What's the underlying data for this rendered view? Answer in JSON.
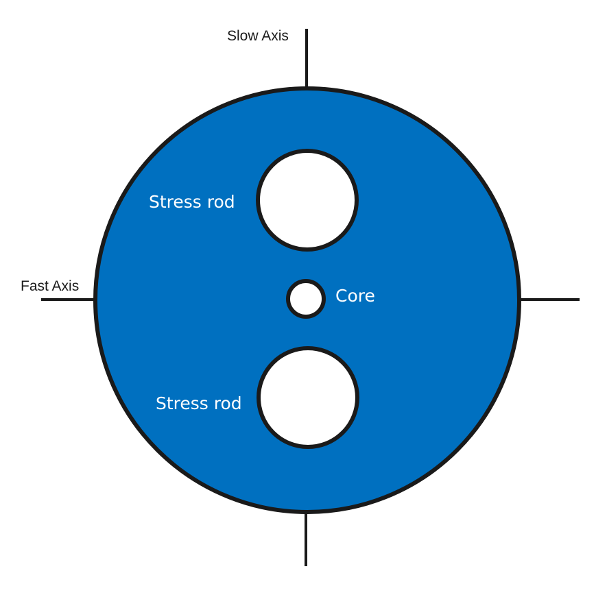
{
  "labels": {
    "slow_axis": "Slow Axis",
    "fast_axis": "Fast Axis",
    "stress_rod_top": "Stress rod",
    "stress_rod_bottom": "Stress rod",
    "core": "Core"
  },
  "colors": {
    "cladding_fill": "#0070c0",
    "outline": "#1a1a1a",
    "rod_fill": "#ffffff",
    "label_text_on_fiber": "#ffffff",
    "label_text_axis": "#1a1a1a"
  }
}
